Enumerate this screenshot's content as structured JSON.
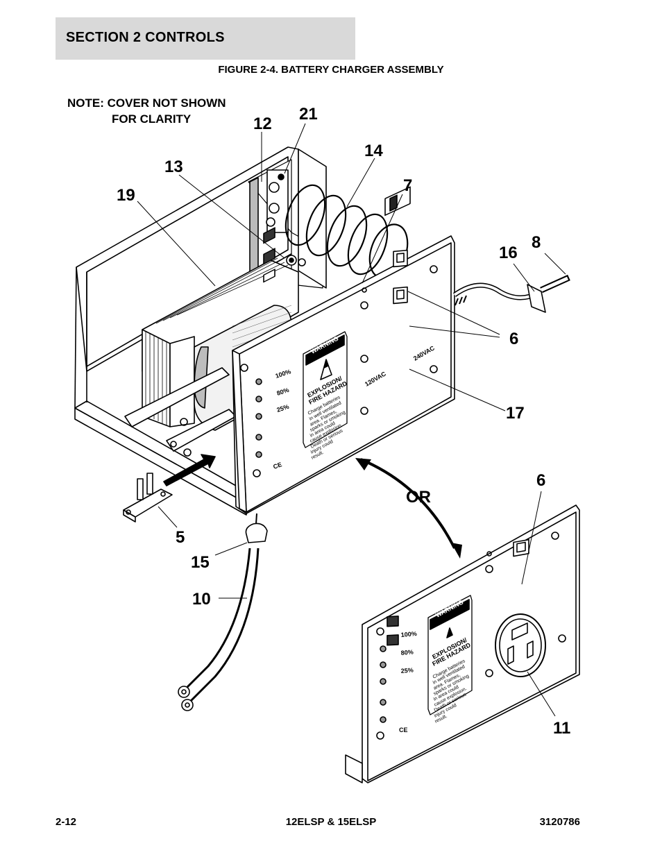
{
  "header": {
    "section": "SECTION 2   CONTROLS"
  },
  "figure": {
    "title": "FIGURE 2-4. BATTERY CHARGER ASSEMBLY"
  },
  "note": {
    "line1": "NOTE:  COVER NOT SHOWN",
    "line2": "FOR CLARITY"
  },
  "callouts": {
    "c12": "12",
    "c21": "21",
    "c14": "14",
    "c13": "13",
    "c7": "7",
    "c19": "19",
    "c8": "8",
    "c16": "16",
    "c6a": "6",
    "c17": "17",
    "c5": "5",
    "c15": "15",
    "c10": "10",
    "c6b": "6",
    "c11": "11",
    "or": "OR"
  },
  "panel_labels": {
    "warning": "WARNING",
    "hazard1": "EXPLOSION/",
    "hazard2": "FIRE HAZARD",
    "pct100": "100%",
    "pct80": "80%",
    "pct25": "25%",
    "v120": "120VAC",
    "v240": "240VAC",
    "ce": "CE",
    "body1": "Charge batteries",
    "body2": "in well ventilated",
    "body3": "area. Flames,",
    "body4": "sparks or smoking",
    "body5": "in area could",
    "body6": "cause explosion.",
    "body7": "Death or serious",
    "body8": "injury could",
    "body9": "result."
  },
  "footer": {
    "left": "2-12",
    "center": "12ELSP & 15ELSP",
    "right": "3120786"
  }
}
